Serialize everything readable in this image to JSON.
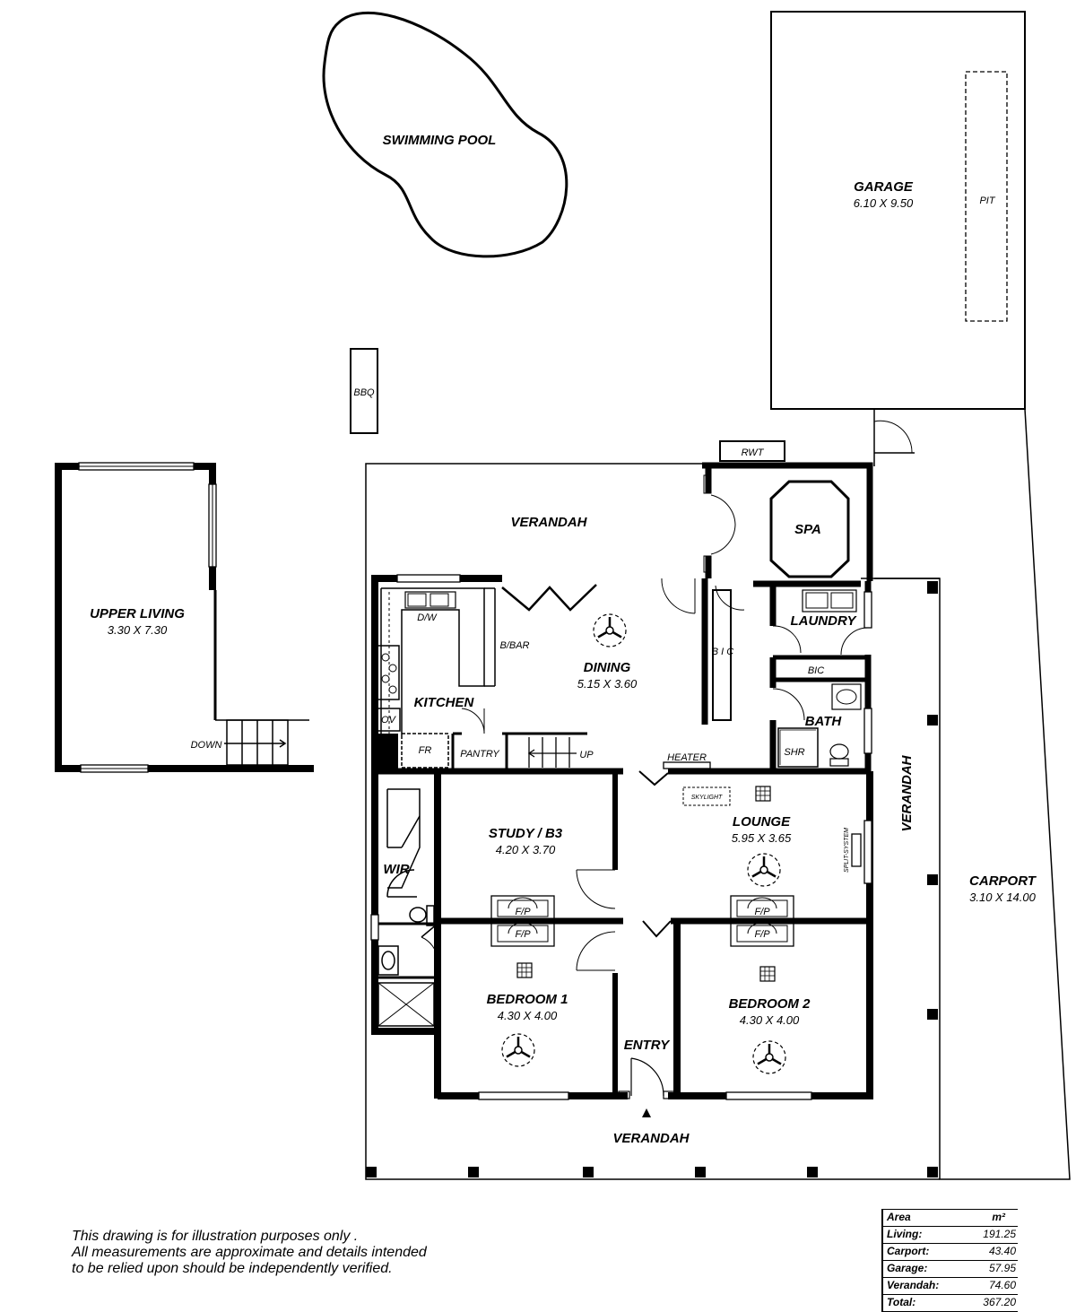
{
  "pool_label": "SWIMMING POOL",
  "bbq_label": "BBQ",
  "rwt_label": "RWT",
  "garage": {
    "name": "GARAGE",
    "dims": "6.10 X 9.50",
    "pit": "PIT"
  },
  "upper_living": {
    "name": "UPPER LIVING",
    "dims": "3.30 X 7.30",
    "down": "DOWN"
  },
  "verandah_north": "VERANDAH",
  "verandah_south": "VERANDAH",
  "verandah_east": "VERANDAH",
  "spa": "SPA",
  "laundry": "LAUNDRY",
  "bic_laundry": "BIC",
  "bath": "BATH",
  "shr": "SHR",
  "dining": {
    "name": "DINING",
    "dims": "5.15 X 3.60"
  },
  "bic_dining": "B I C",
  "kitchen": "KITCHEN",
  "dw": "D/W",
  "bbar": "B/BAR",
  "ov": "OV",
  "fr": "FR",
  "pantry": "PANTRY",
  "up": "UP",
  "heater": "HEATER",
  "skylight": "SKYLIGHT",
  "lounge": {
    "name": "LOUNGE",
    "dims": "5.95 X 3.65"
  },
  "split_system": "SPLIT-SYSTEM",
  "study": {
    "name": "STUDY / B3",
    "dims": "4.20 X 3.70"
  },
  "wir": "WIR",
  "fp": "F/P",
  "bedroom1": {
    "name": "BEDROOM 1",
    "dims": "4.30 X 4.00"
  },
  "bedroom2": {
    "name": "BEDROOM 2",
    "dims": "4.30 X 4.00"
  },
  "entry": "ENTRY",
  "carport": {
    "name": "CARPORT",
    "dims": "3.10 X 14.00"
  },
  "disclaimer": [
    "This drawing is for illustration purposes only .",
    "All measurements are approximate and details intended",
    "to be relied upon should be independently verified."
  ],
  "area_table": {
    "header": "Area",
    "unit": "m²",
    "rows": [
      {
        "label": "Living:",
        "value": "191.25"
      },
      {
        "label": "Carport:",
        "value": "43.40"
      },
      {
        "label": "Garage:",
        "value": "57.95"
      },
      {
        "label": "Verandah:",
        "value": "74.60"
      },
      {
        "label": "Total:",
        "value": "367.20"
      }
    ]
  }
}
